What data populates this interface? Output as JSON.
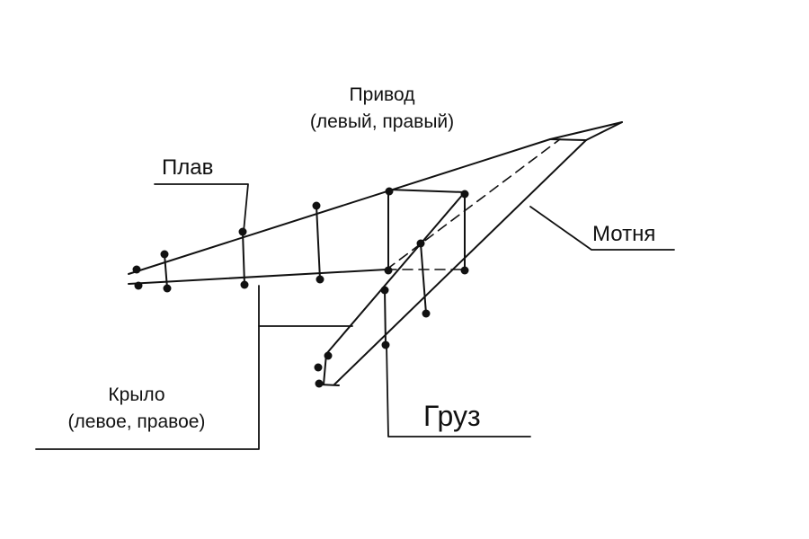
{
  "labels": {
    "privod_title": "Привод",
    "privod_subtitle": "(левый, правый)",
    "plav": "Плав",
    "motnya": "Мотня",
    "krylo_title": "Крыло",
    "krylo_subtitle": "(левое, правое)",
    "gruz": "Груз"
  },
  "colors": {
    "ink": "#111111",
    "background": "#ffffff"
  }
}
